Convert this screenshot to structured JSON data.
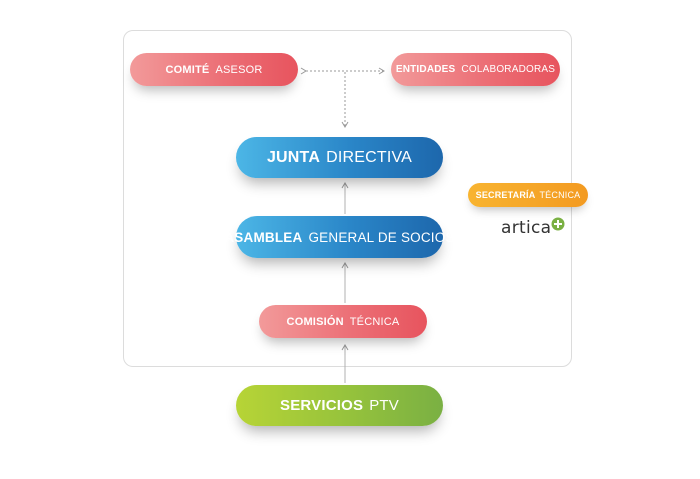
{
  "diagram": {
    "nodes": {
      "comite": {
        "strong": "Comité",
        "light": "asesor",
        "color": "#ec6f76"
      },
      "entidades": {
        "strong": "Entidades",
        "light": "colaboradoras",
        "color": "#ec6f76"
      },
      "junta": {
        "strong": "Junta",
        "light": "directiva",
        "color": "#2a86c8"
      },
      "asamblea": {
        "strong": "Asamblea",
        "light": "general de socios",
        "color": "#2a86c8"
      },
      "comision": {
        "strong": "Comisión",
        "light": "técnica",
        "color": "#ec6f76"
      },
      "servicios": {
        "strong": "Servicios",
        "light": "PTV",
        "color": "#95c23c"
      },
      "secretaria": {
        "strong": "Secretaría",
        "light": "técnica",
        "color": "#f39a21"
      }
    },
    "logo": {
      "text": "artica",
      "mark_color": "#7ab043"
    },
    "edges": [
      {
        "from": "comite",
        "to": "entidades",
        "style": "dotted",
        "arrows": "both"
      },
      {
        "from": "comite-entidades",
        "to": "junta",
        "style": "dotted",
        "arrows": "end"
      },
      {
        "from": "asamblea",
        "to": "junta",
        "style": "solid",
        "arrows": "end"
      },
      {
        "from": "comision",
        "to": "asamblea",
        "style": "solid",
        "arrows": "end"
      },
      {
        "from": "servicios",
        "to": "comision",
        "style": "solid",
        "arrows": "end"
      }
    ]
  }
}
